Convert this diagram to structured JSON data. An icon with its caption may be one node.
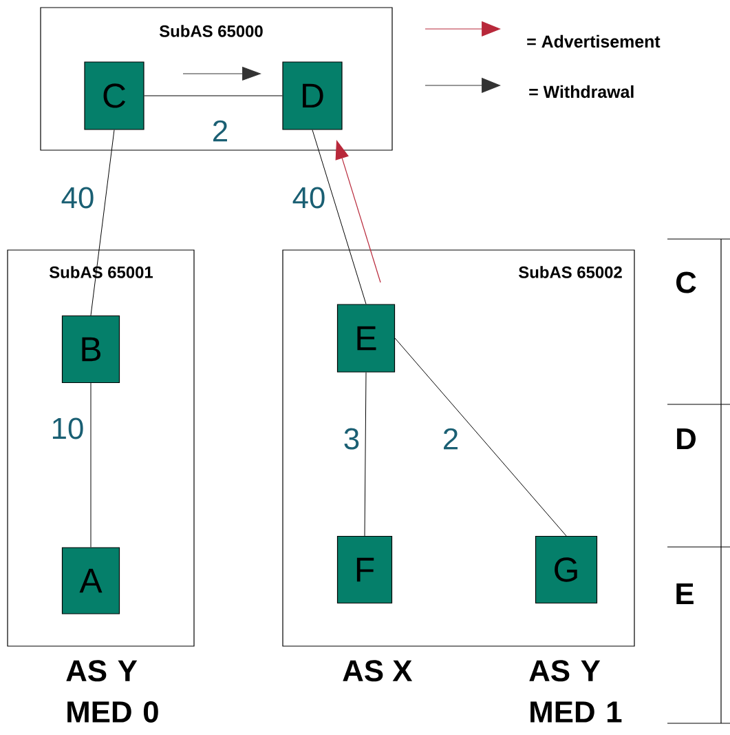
{
  "diagram": {
    "nodes": [
      {
        "text": [
          "SubAS 65000"
        ]
      },
      {
        "text": [
          "C"
        ],
        "in": 0
      },
      {
        "text": [
          "D"
        ],
        "in": 0
      },
      {
        "text": [
          "SubAS 65001"
        ]
      },
      {
        "text": [
          "B"
        ],
        "in": 3
      },
      {
        "text": [
          "A"
        ],
        "in": 3,
        "beside": [
          "AS Y MED 0"
        ]
      },
      {
        "text": [
          "SubAS 65002"
        ]
      },
      {
        "text": [
          "E"
        ],
        "in": 6
      },
      {
        "text": [
          "F"
        ],
        "in": 6,
        "beside": [
          "AS X"
        ]
      },
      {
        "text": [
          "G"
        ],
        "in": 6,
        "beside": [
          "AS Y MED 1"
        ]
      }
    ],
    "edges": [
      {
        "from": 1,
        "to": 2,
        "arrow": "none",
        "label": "2"
      },
      {
        "from": 1,
        "to": 4,
        "arrow": "none",
        "label": "40"
      },
      {
        "from": 2,
        "to": 7,
        "arrow": "none",
        "label": "40"
      },
      {
        "from": 4,
        "to": 5,
        "arrow": "none",
        "label": "10"
      },
      {
        "from": 7,
        "to": 8,
        "arrow": "none",
        "label": "3"
      },
      {
        "from": 7,
        "to": 9,
        "arrow": "none",
        "label": "2"
      }
    ],
    "labels": [
      "C",
      "D",
      "E"
    ],
    "legend": [
      {
        "text": "= Advertisement"
      },
      {
        "text": "= Withdrawal"
      }
    ]
  }
}
